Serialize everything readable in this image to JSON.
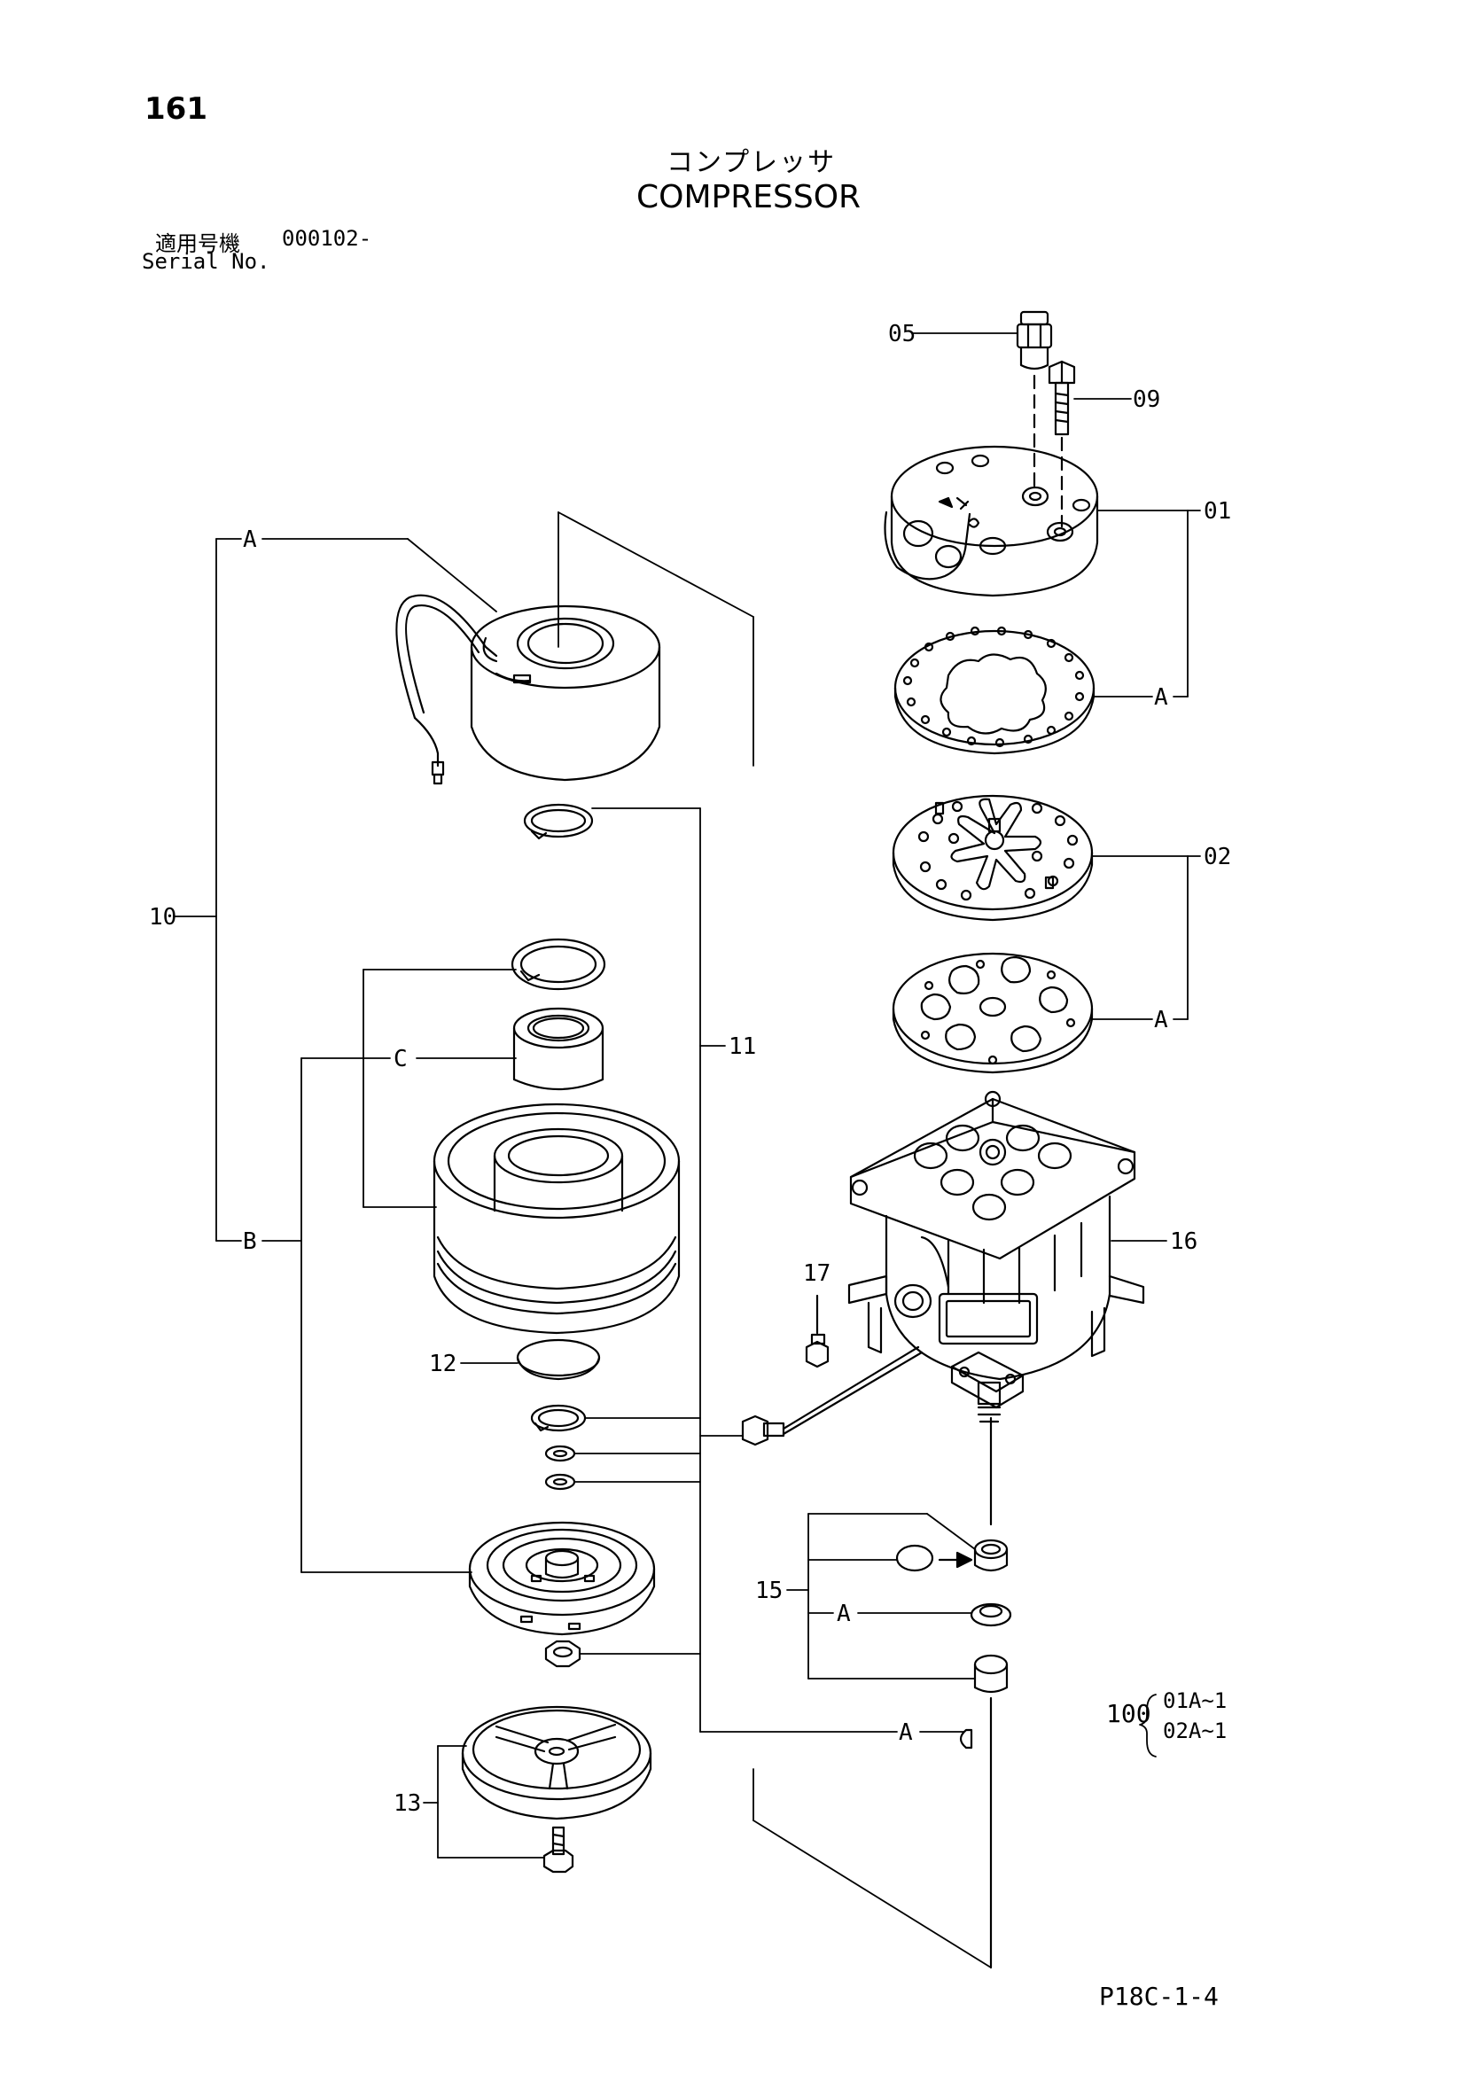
{
  "page": {
    "number": "161",
    "title_jp": "コンプレッサ",
    "title_en": "COMPRESSOR",
    "serial_label_jp": "適用号機",
    "serial_value": "000102-",
    "serial_label_en": "Serial No.",
    "footer_code": "P18C-1-4"
  },
  "variants": {
    "prefix": "100",
    "items": [
      "01A~1",
      "02A~1"
    ]
  },
  "callouts": {
    "p05": "05",
    "p09": "09",
    "p01": "01",
    "p02": "02",
    "p10": "10",
    "p11": "11",
    "p12": "12",
    "p13": "13",
    "p15": "15",
    "p16": "16",
    "p17": "17",
    "sub_a": "A",
    "sub_b": "B",
    "sub_c": "C"
  },
  "colors": {
    "line": "#000000",
    "background": "#ffffff"
  }
}
